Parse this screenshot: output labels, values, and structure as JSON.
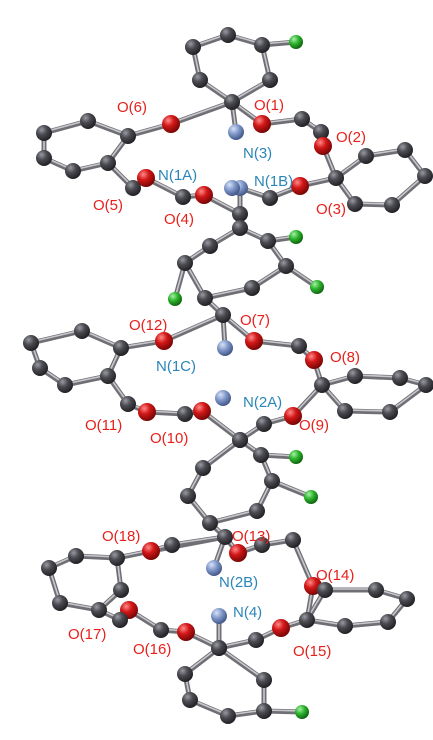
{
  "image_type": "ball-and-stick molecular structure",
  "colors": {
    "carbon": "#404046",
    "oxygen": "#d21717",
    "nitrogen": "#7f97c8",
    "chlorine": "#2bb32b",
    "bond": "#9a9aa0",
    "label_oxygen": "#e8201b",
    "label_nitrogen": "#2a86b8"
  },
  "labels": {
    "O1": "O(1)",
    "O2": "O(2)",
    "O3": "O(3)",
    "O4": "O(4)",
    "O5": "O(5)",
    "O6": "O(6)",
    "O7": "O(7)",
    "O8": "O(8)",
    "O9": "O(9)",
    "O10": "O(10)",
    "O11": "O(11)",
    "O12": "O(12)",
    "O13": "O(13)",
    "O14": "O(14)",
    "O15": "O(15)",
    "O16": "O(16)",
    "O17": "O(17)",
    "O18": "O(18)",
    "N3": "N(3)",
    "N1A": "N(1A)",
    "N1B": "N(1B)",
    "N1C": "N(1C)",
    "N2A": "N(2A)",
    "N2B": "N(2B)",
    "N4": "N(4)"
  }
}
